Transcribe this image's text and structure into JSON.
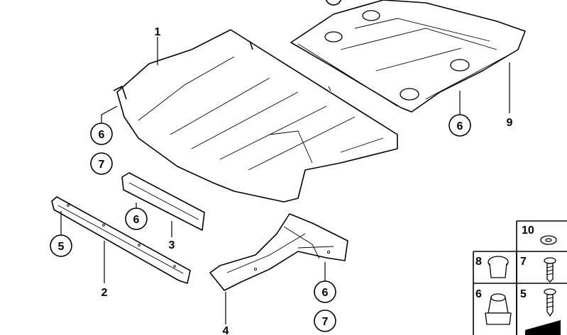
{
  "callouts": {
    "c1": "1",
    "c2": "2",
    "c3": "3",
    "c4": "4",
    "c5": "5",
    "c6a": "6",
    "c7a": "7",
    "c6b": "6",
    "c6c": "6",
    "c6d": "6",
    "c7b": "7",
    "c9": "9"
  },
  "hardware": {
    "c10": "10",
    "c8": "8",
    "c7": "7",
    "c6": "6",
    "c5": "5"
  }
}
